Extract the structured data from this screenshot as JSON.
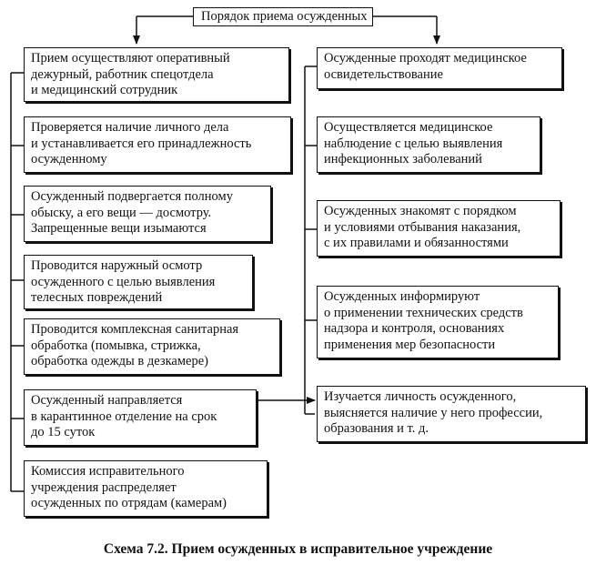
{
  "title": "Порядок приема осужденных",
  "left_boxes": [
    "Прием осуществляют оперативный\nдежурный, работник спецотдела\nи медицинский сотрудник",
    "Проверяется наличие личного дела\nи устанавливается его принадлежность\nосужденному",
    "Осужденный подвергается полному\nобыску, а его вещи — досмотру.\nЗапрещенные вещи изымаются",
    "Проводится наружный осмотр\nосужденного с целью выявления\nтелесных повреждений",
    "Проводится комплексная санитарная\nобработка (помывка, стрижка,\nобработка одежды в дезкамере)",
    "Осужденный направляется\nв карантинное отделение на срок\nдо 15 суток",
    "Комиссия исправительного\nучреждения распределяет\nосужденных по отрядам (камерам)"
  ],
  "right_boxes": [
    "Осужденные проходят медицинское\nосвидетельствование",
    "Осуществляется медицинское\nнаблюдение с целью выявления\nинфекционных заболеваний",
    "Осужденных знакомят с порядком\nи условиями отбывания наказания,\nс их правилами и обязанностями",
    "Осужденных информируют\nо применении технических средств\nнадзора и контроля, основаниях\nприменения мер безопасности",
    "Изучается личность осужденного,\nвыясняется наличие у него профессии,\nобразования и т. д."
  ],
  "caption": "Схема 7.2. Прием осужденных в исправительное учреждение"
}
